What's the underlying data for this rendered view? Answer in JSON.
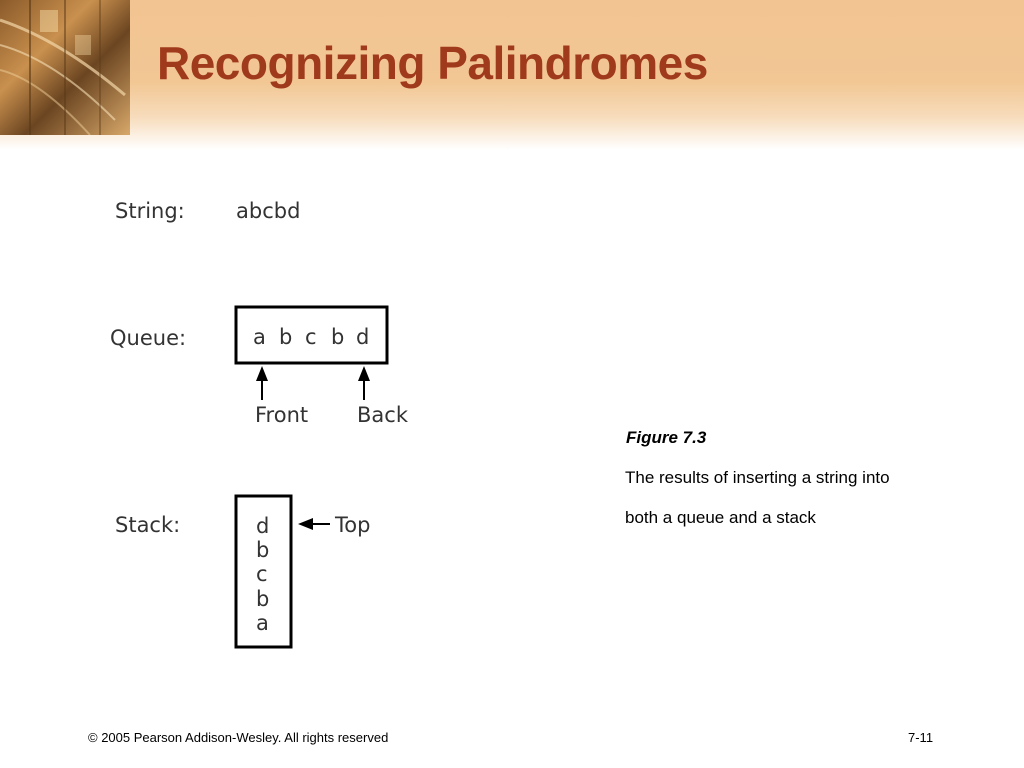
{
  "slide": {
    "title": "Recognizing Palindromes"
  },
  "diagram": {
    "string_label": "String:",
    "string_value": "abcbd",
    "queue_label": "Queue:",
    "queue_items": [
      "a",
      "b",
      "c",
      "b",
      "d"
    ],
    "front_label": "Front",
    "back_label": "Back",
    "stack_label": "Stack:",
    "stack_items": [
      "d",
      "b",
      "c",
      "b",
      "a"
    ],
    "top_label": "Top"
  },
  "caption": {
    "figure": "Figure 7.3",
    "line1": "The results of inserting a string into",
    "line2": "both a queue and a stack"
  },
  "footer": {
    "copyright": "© 2005 Pearson Addison-Wesley. All rights reserved",
    "page": "7-11"
  }
}
